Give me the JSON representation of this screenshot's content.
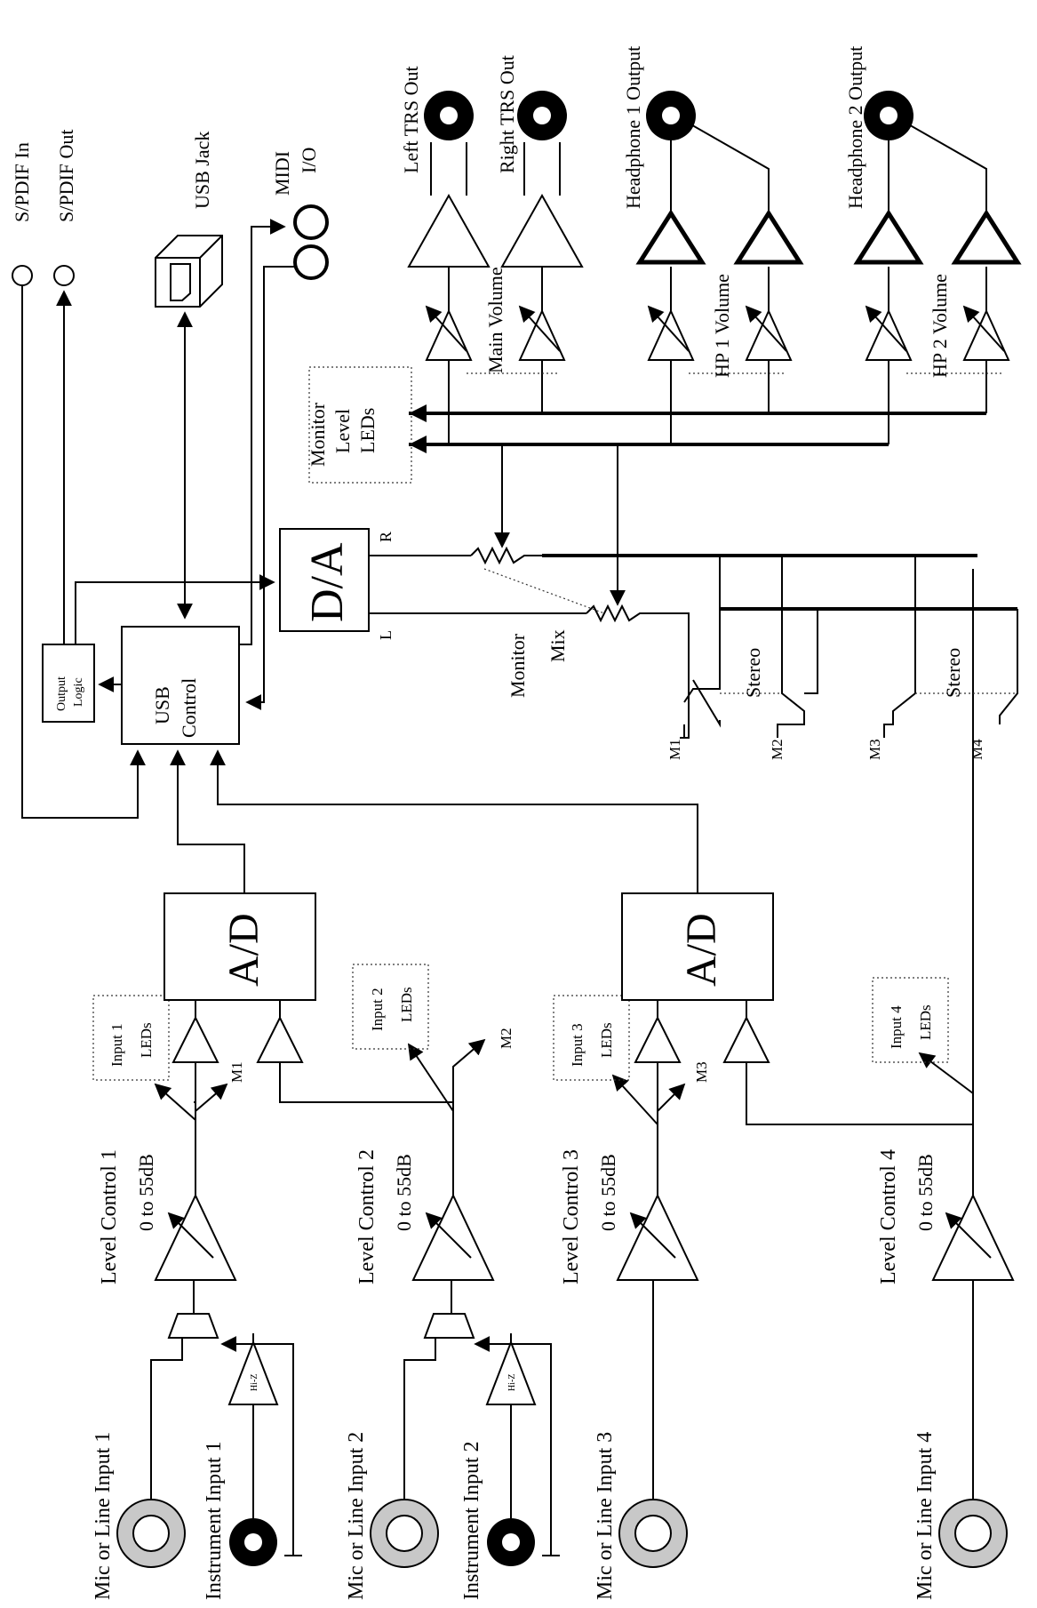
{
  "inputs": {
    "mic1": "Mic or Line Input 1",
    "inst1": "Instrument Input 1",
    "mic2": "Mic or Line Input 2",
    "inst2": "Instrument Input 2",
    "mic3": "Mic or Line Input 3",
    "mic4": "Mic or Line Input 4",
    "hiz": "Hi-Z"
  },
  "levels": {
    "lc1": "Level Control 1",
    "lc2": "Level Control 2",
    "lc3": "Level Control 3",
    "lc4": "Level Control 4",
    "range": "0 to 55dB"
  },
  "leds": {
    "in1a": "Input 1",
    "in2a": "Input 2",
    "in3a": "Input 3",
    "in4a": "Input 4",
    "leds": "LEDs",
    "mon1": "Monitor",
    "mon2": "Level",
    "mon3": "LEDs"
  },
  "converters": {
    "ad": "A/D",
    "da": "D/A",
    "r": "R",
    "l": "L"
  },
  "usb": {
    "c1": "USB",
    "c2": "Control",
    "o1": "Output",
    "o2": "Logic",
    "jack": "USB Jack",
    "midi1": "MIDI",
    "midi2": "I/O",
    "spdif_in": "S/PDIF In",
    "spdif_out": "S/PDIF Out"
  },
  "mix": {
    "m1": "M1",
    "m2": "M2",
    "m3": "M3",
    "m4": "M4",
    "stereo": "Stereo",
    "monitor": "Monitor",
    "mix": "Mix"
  },
  "outputs": {
    "left_trs": "Left TRS Out",
    "right_trs": "Right TRS Out",
    "hp1": "Headphone 1 Output",
    "hp2": "Headphone 2 Output",
    "main_vol": "Main Volume",
    "hp1_vol": "HP 1 Volume",
    "hp2_vol": "HP 2 Volume"
  }
}
